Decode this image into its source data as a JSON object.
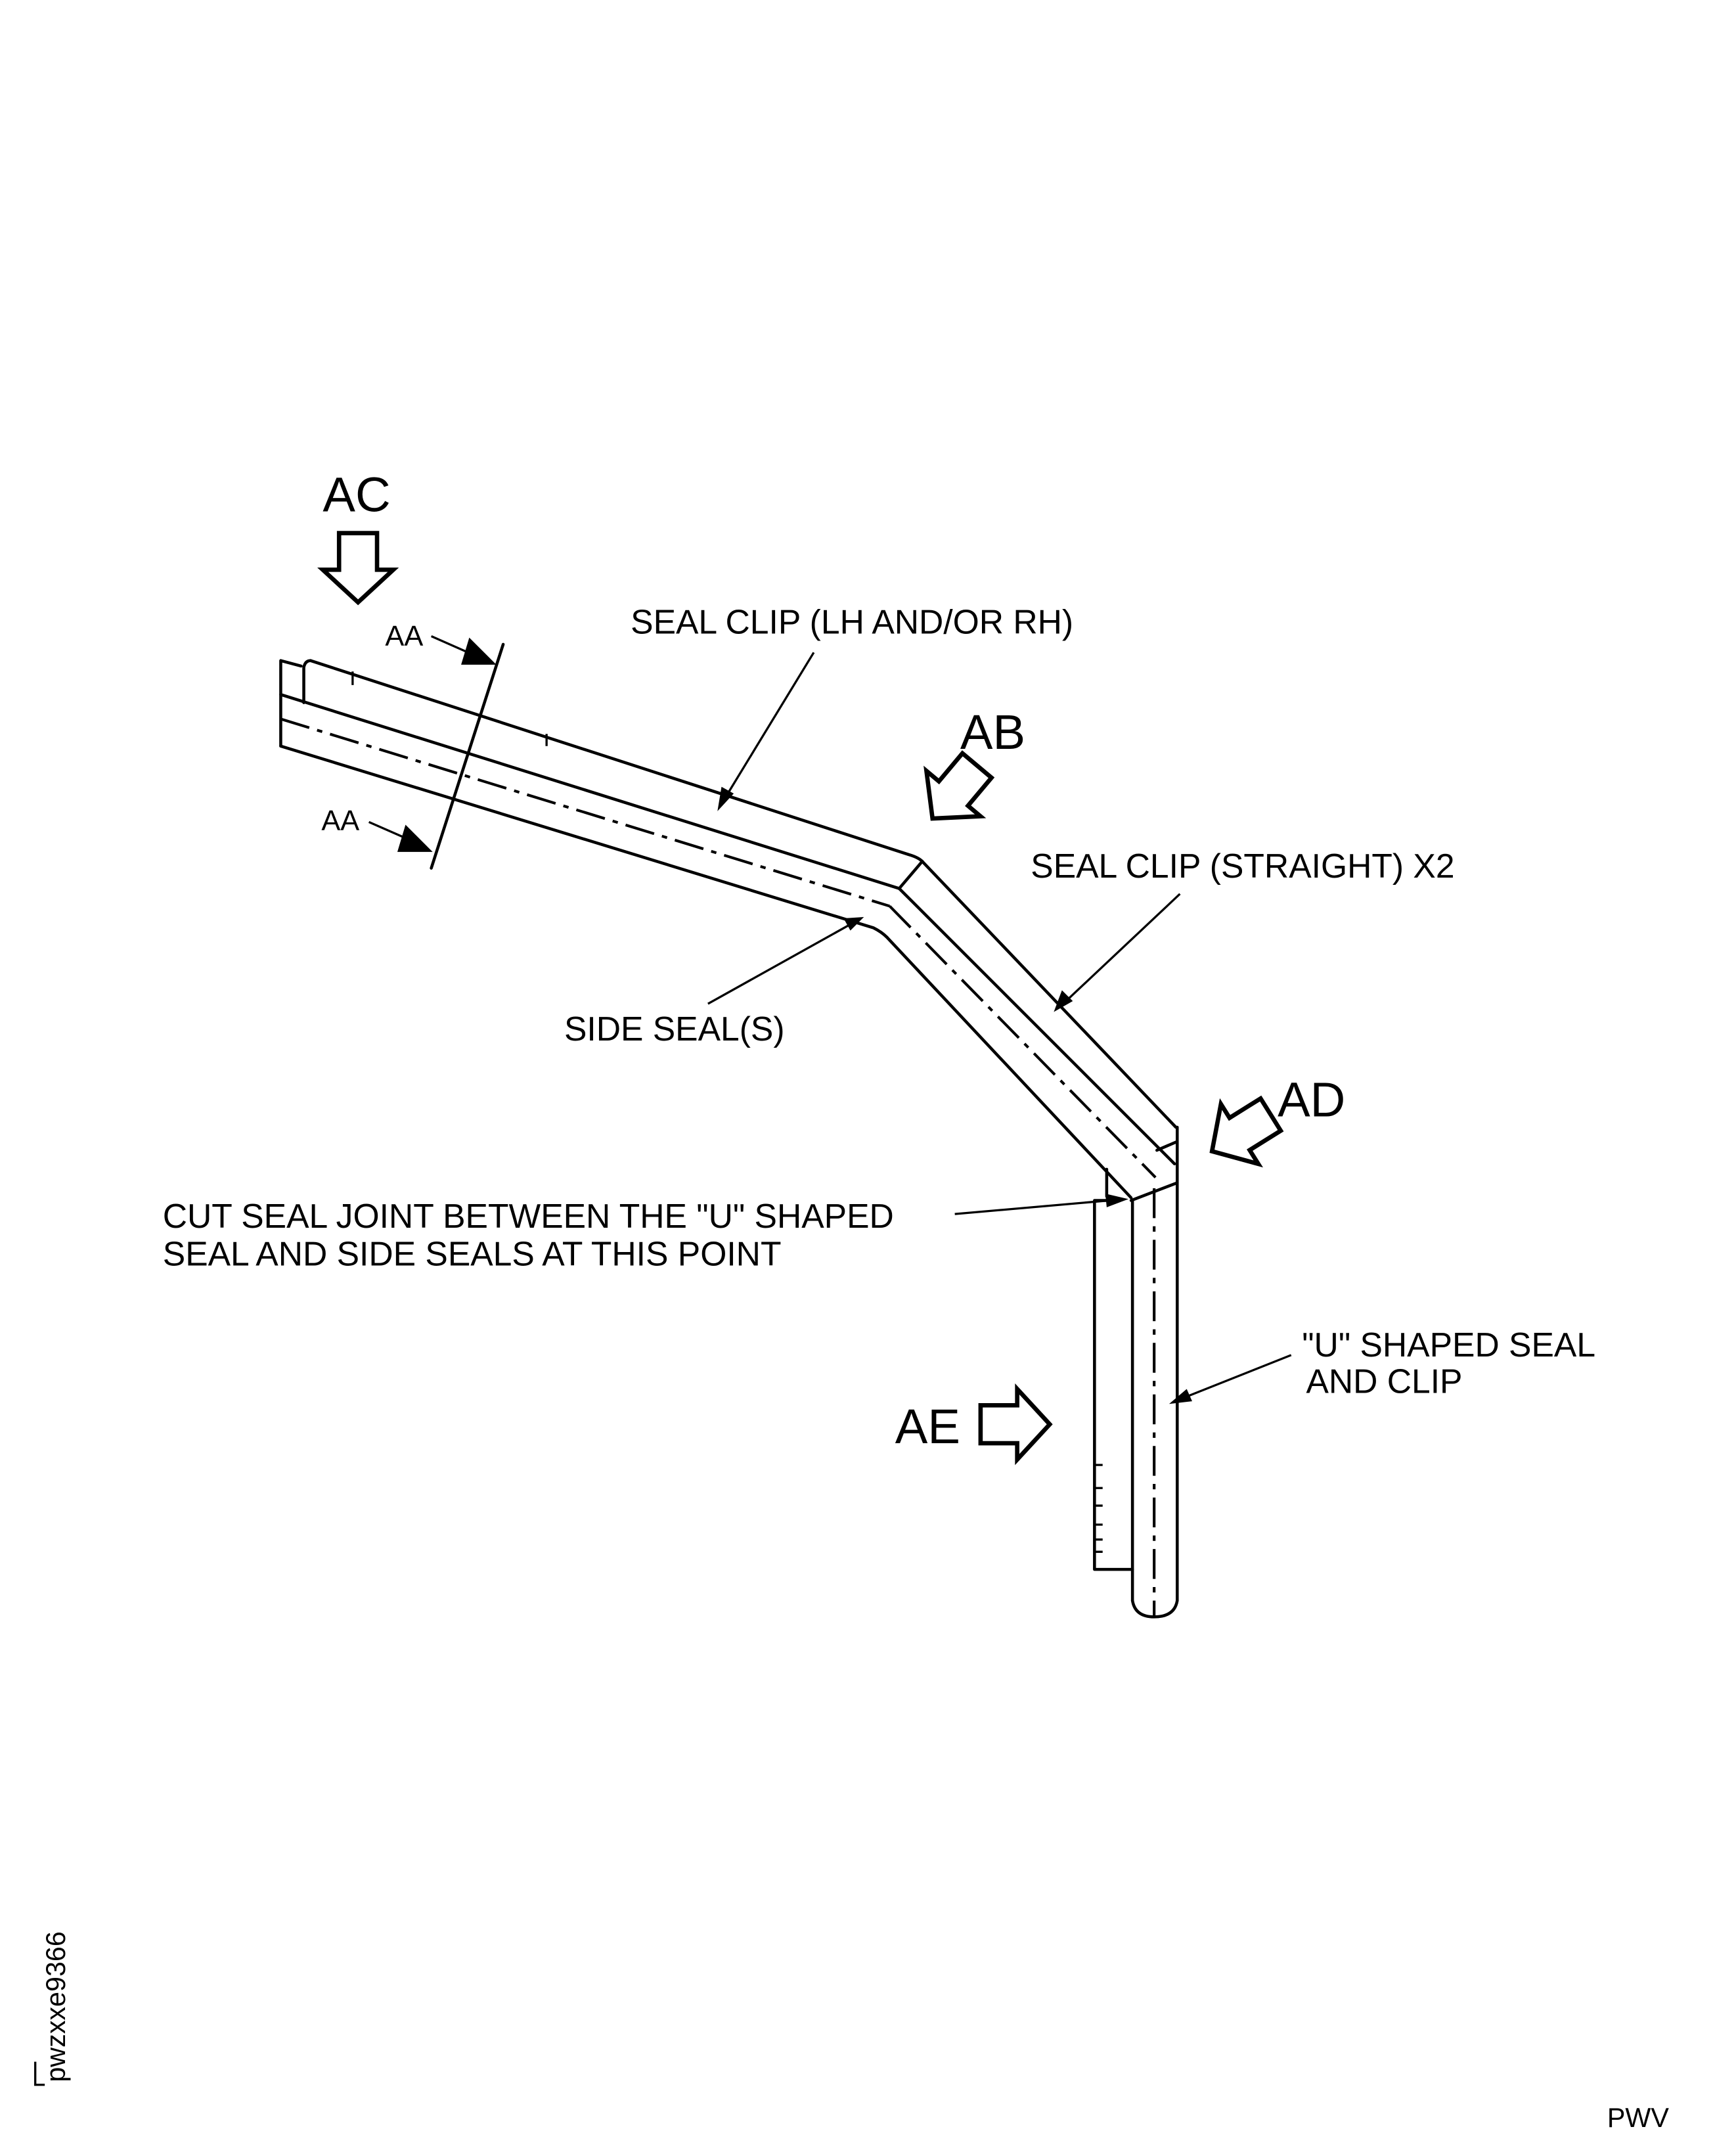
{
  "view_labels": {
    "ac": "AC",
    "ab": "AB",
    "ad": "AD",
    "ae": "AE"
  },
  "section_labels": {
    "aa_top": "AA",
    "aa_bottom": "AA"
  },
  "callouts": {
    "seal_clip_lh_rh": "SEAL CLIP (LH AND/OR RH)",
    "seal_clip_straight": "SEAL CLIP (STRAIGHT) X2",
    "side_seals": "SIDE SEAL(S)",
    "cut_seal_joint_line1": "CUT SEAL JOINT BETWEEN THE \"U\" SHAPED",
    "cut_seal_joint_line2": "SEAL AND SIDE SEALS AT THIS POINT",
    "u_shaped_line1": "\"U\" SHAPED SEAL",
    "u_shaped_line2": "AND CLIP"
  },
  "figure_code": "pwzxxe9366",
  "model_code": "PWV",
  "colors": {
    "ink": "#000000",
    "background": "#ffffff"
  }
}
